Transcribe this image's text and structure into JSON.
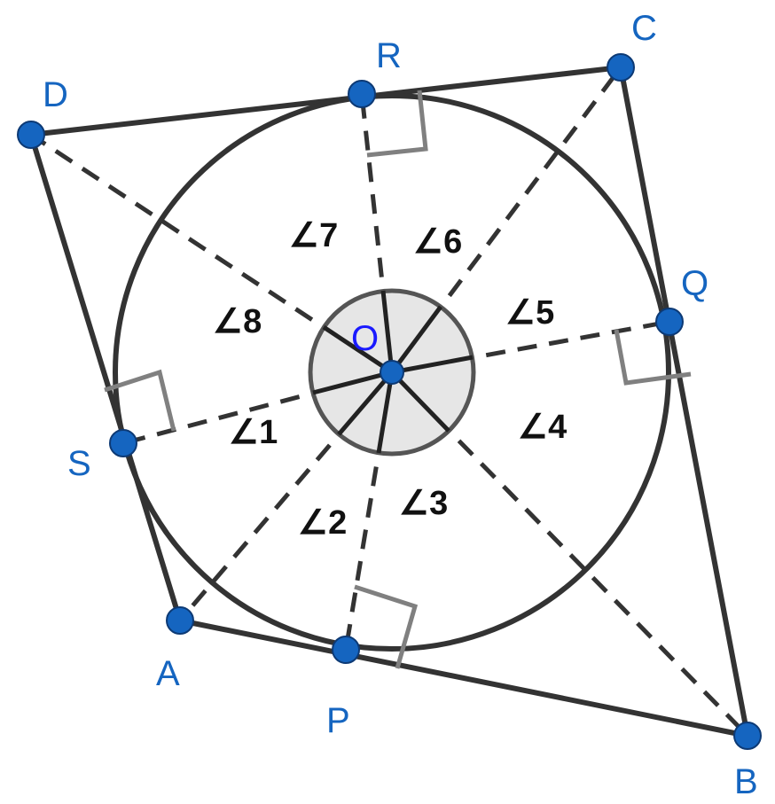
{
  "colors": {
    "line": "#333333",
    "right_angle": "#808080",
    "point_fill": "#1565c0",
    "point_label": "#1565c0",
    "center_label": "#1a1aff",
    "angle_label": "#111111",
    "inner_disk": "#e6e6e6",
    "inner_disk_stroke": "#555555"
  },
  "points": {
    "A": "A",
    "B": "B",
    "C": "C",
    "D": "D",
    "P": "P",
    "Q": "Q",
    "R": "R",
    "S": "S",
    "O": "O"
  },
  "angles": [
    "∠1",
    "∠2",
    "∠3",
    "∠4",
    "∠5",
    "∠6",
    "∠7",
    "∠8"
  ]
}
